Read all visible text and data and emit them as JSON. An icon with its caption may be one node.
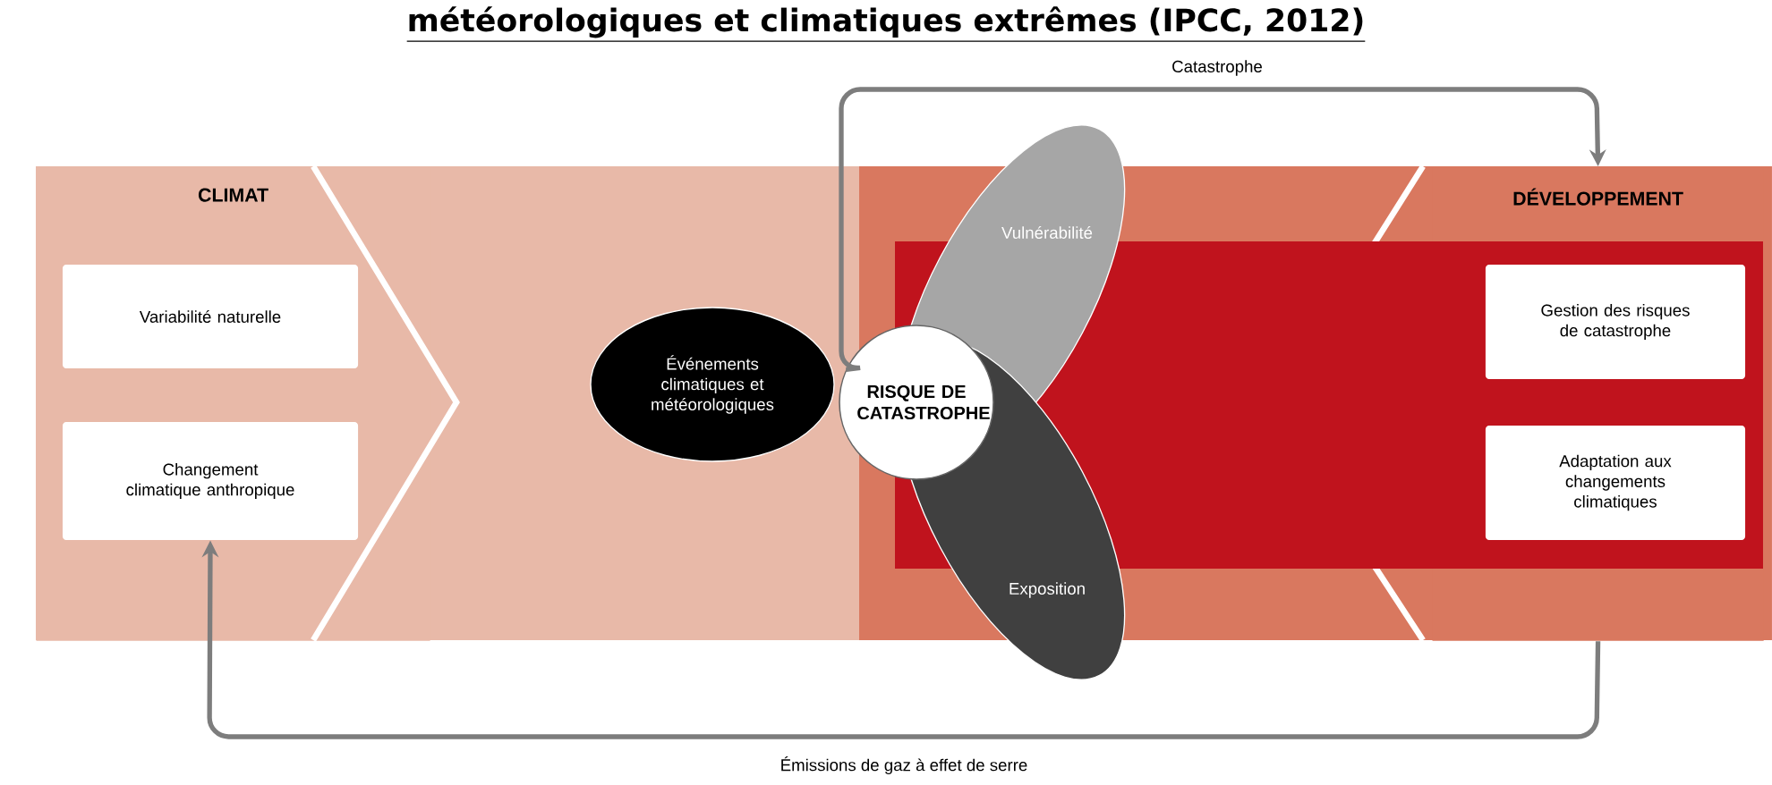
{
  "diagram": {
    "title": "météorologiques et climatiques extrêmes (IPCC, 2012)",
    "nodes": [
      {
        "text": [
          "CLIMAT"
        ]
      },
      {
        "text": [
          "Variabilité naturelle"
        ],
        "in": 0
      },
      {
        "text": [
          "Changement climatique anthropique"
        ],
        "in": 0
      },
      {
        "text": [
          "DÉVELOPPEMENT"
        ]
      },
      {
        "text": [
          "Gestion des risques de catastrophe"
        ],
        "in": 3
      },
      {
        "text": [
          "Adaptation aux changements climatiques"
        ],
        "in": 3
      },
      {
        "text": [
          "Événements climatiques et météorologiques"
        ]
      },
      {
        "text": [
          "Vulnérabilité"
        ]
      },
      {
        "text": [
          "Exposition"
        ]
      },
      {
        "text": [
          "RISQUE DE CATASTROPHE"
        ]
      }
    ],
    "edges": [
      {
        "from": 9,
        "to": 3,
        "arrow": "to",
        "label": "Catastrophe"
      },
      {
        "from": 3,
        "to": 2,
        "arrow": "to",
        "label": "Émissions de gaz à effet de serre"
      }
    ]
  }
}
